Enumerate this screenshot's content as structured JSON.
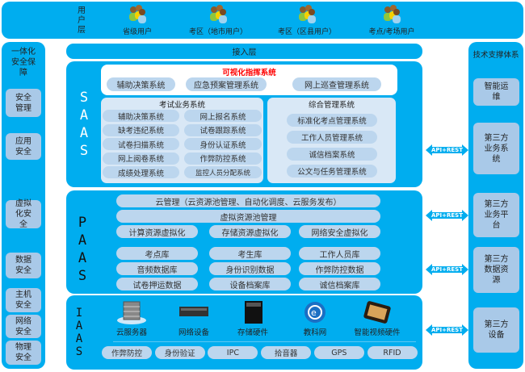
{
  "user_layer": {
    "label": "用户层",
    "users": [
      "省级用户",
      "考区（地市用户）",
      "考区（区县用户）",
      "考点/考场用户"
    ]
  },
  "left": {
    "title": "一体化安全保障",
    "items": [
      "安全管理",
      "应用安全",
      "虚拟化安全",
      "数据安全",
      "主机安全",
      "网络安全",
      "物理安全"
    ]
  },
  "access_layer": "接入层",
  "saas": {
    "label": "SAAS",
    "visual": {
      "title": "可视化指挥系统",
      "items": [
        "辅助决策系统",
        "应急预案管理系统",
        "网上巡查管理系统"
      ]
    },
    "exam": {
      "title": "考试业务系统",
      "items": [
        "辅助决策系统",
        "网上报名系统",
        "缺考违纪系统",
        "试卷跟踪系统",
        "试卷扫描系统",
        "身份认证系统",
        "网上阅卷系统",
        "作弊防控系统",
        "成绩处理系统",
        "监控人员分配系统"
      ]
    },
    "mgmt": {
      "title": "综合管理系统",
      "items": [
        "标准化考点管理系统",
        "工作人员管理系统",
        "诚信档案系统",
        "公文与任务管理系统"
      ]
    }
  },
  "paas": {
    "label": "PAAS",
    "cloud": "云管理（云资源池管理、自动化调度、云服务发布）",
    "pool": "虚拟资源池管理",
    "virt": [
      "计算资源虚拟化",
      "存储资源虚拟化",
      "网络安全虚拟化"
    ],
    "dbs": [
      "考点库",
      "考生库",
      "工作人员库",
      "音频数据库",
      "身份识别数据",
      "作弊防控数据",
      "试卷押运数据",
      "设备档案库",
      "诚信档案库"
    ]
  },
  "iaas": {
    "label": "IAAS",
    "hardware": [
      "云服务器",
      "网络设备",
      "存储硬件",
      "教科网",
      "智能视频硬件"
    ],
    "items": [
      "作弊防控",
      "身份验证",
      "IPC",
      "拾音器",
      "GPS",
      "RFID"
    ]
  },
  "right": {
    "title": "技术支撑体系",
    "items": [
      "智能运维",
      "第三方业务系统",
      "第三方业务平台",
      "第三方数据资源",
      "第三方设备"
    ]
  },
  "api_label": "API+REST",
  "colors": {
    "primary": "#00adef",
    "pill": "#bcd6ee",
    "box": "#a9c9e8",
    "highlight": "#ff0000"
  }
}
